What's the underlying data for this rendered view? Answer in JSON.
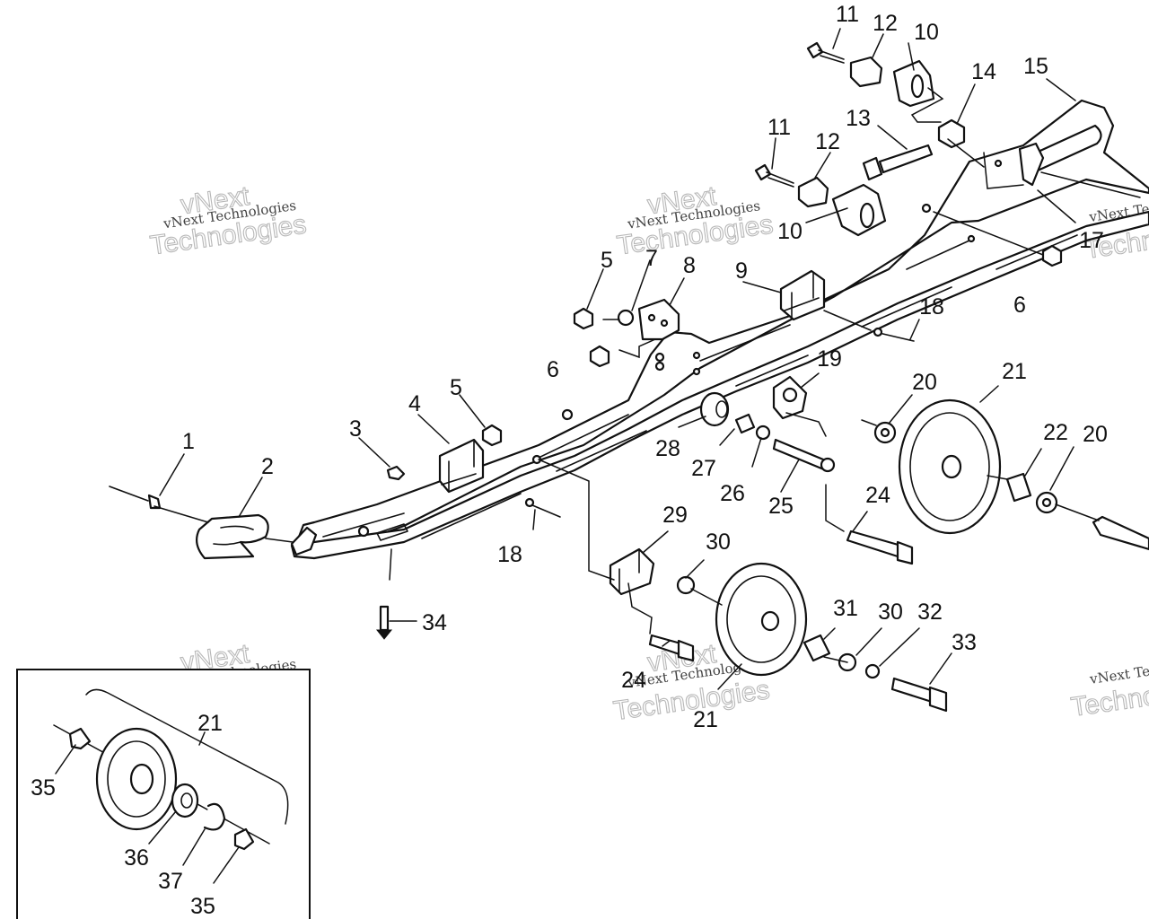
{
  "watermark": {
    "brand": "vNext Technologies",
    "word_top": "vNext",
    "word_bottom": "Technologies"
  },
  "callouts": [
    "1",
    "2",
    "3",
    "4",
    "5",
    "5",
    "6",
    "6",
    "7",
    "8",
    "9",
    "10",
    "10",
    "11",
    "11",
    "12",
    "12",
    "13",
    "14",
    "15",
    "17",
    "18",
    "18",
    "19",
    "20",
    "20",
    "21",
    "21",
    "21",
    "22",
    "24",
    "24",
    "25",
    "26",
    "27",
    "28",
    "29",
    "30",
    "30",
    "31",
    "32",
    "33",
    "34",
    "35",
    "35",
    "36",
    "37"
  ],
  "colors": {
    "ink": "#111111",
    "paper": "#ffffff",
    "watermark": "#b8b8b8"
  }
}
